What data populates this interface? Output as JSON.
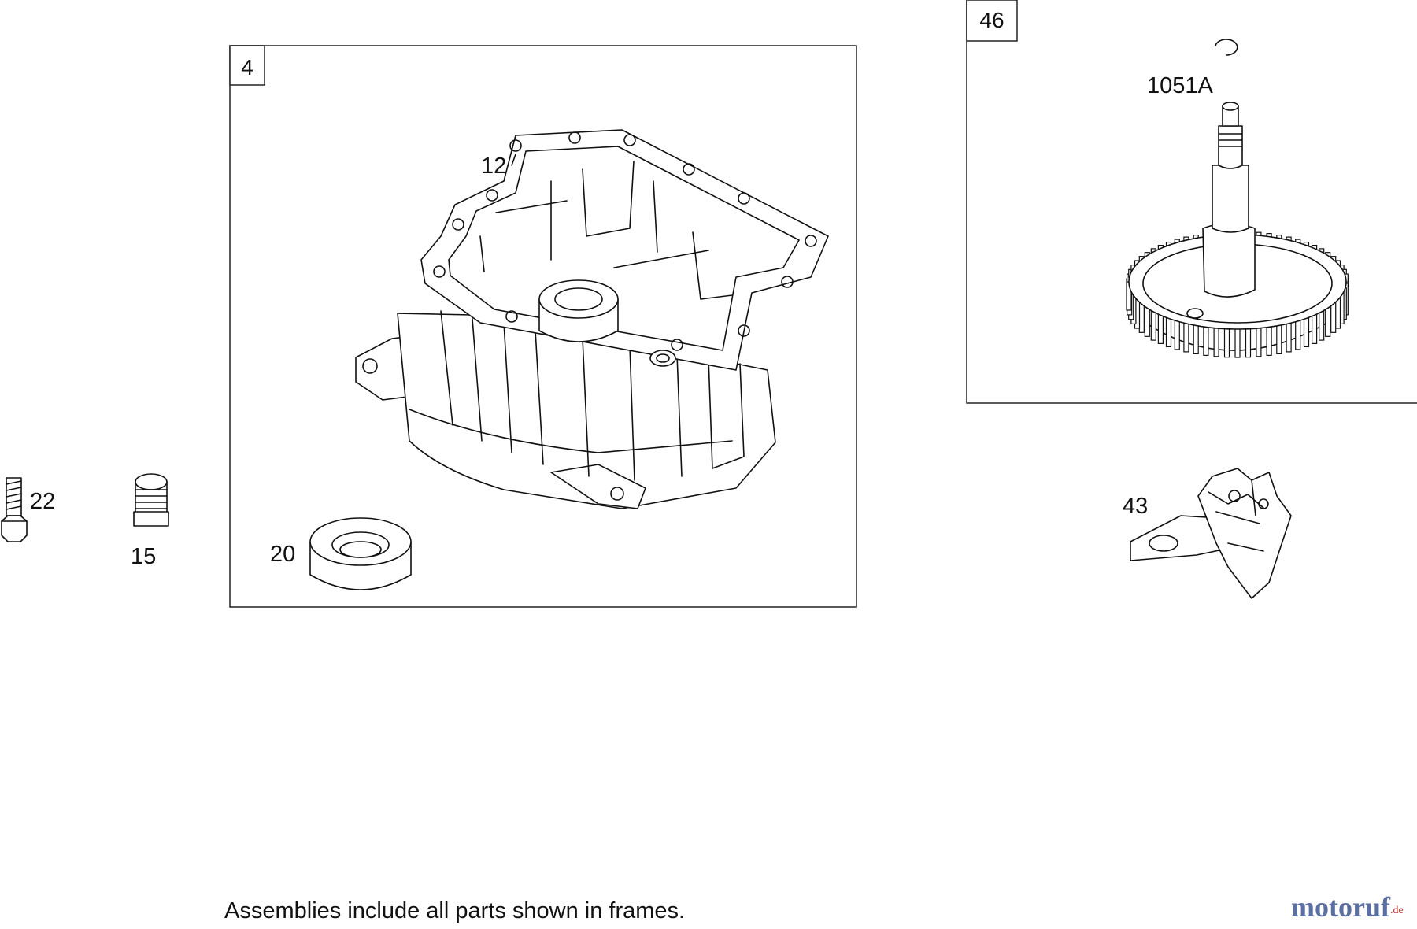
{
  "frames": {
    "sump": "4",
    "camshaft": "46"
  },
  "parts": {
    "gasket": "12",
    "oil_seal": "20",
    "bolt": "22",
    "plug": "15",
    "ring": "1051A",
    "governor": "43"
  },
  "footnote": "Assemblies include all parts shown in frames.",
  "watermark": {
    "brand": "motoruf",
    "suffix": ".de",
    "brand_color": "#5b6fa3",
    "accent_color": "#c8322f"
  }
}
